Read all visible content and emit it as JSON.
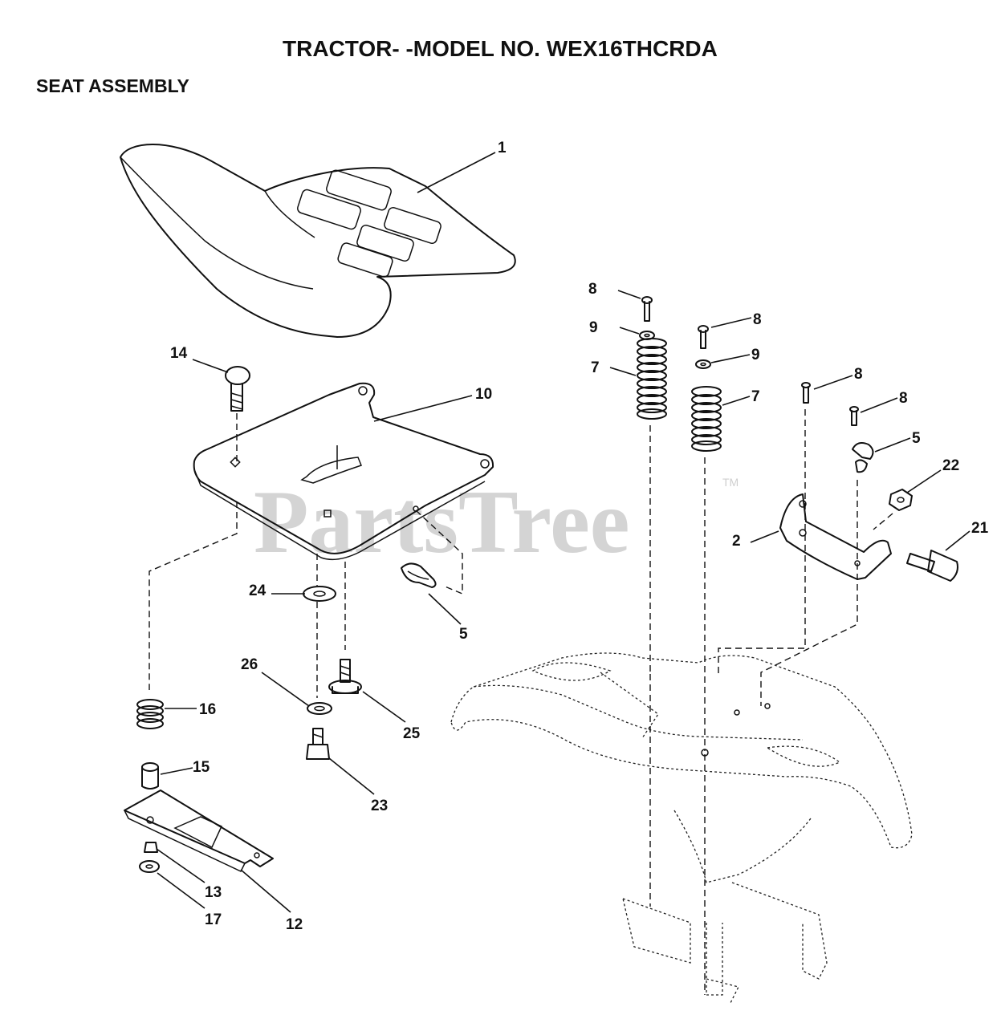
{
  "title": "TRACTOR- -MODEL NO. WEX16THCRDA",
  "subtitle": "SEAT ASSEMBLY",
  "watermark": {
    "text": "PartsTree",
    "trademark": "TM"
  },
  "callouts": {
    "c1": "1",
    "c2": "2",
    "c5a": "5",
    "c5b": "5",
    "c7a": "7",
    "c7b": "7",
    "c8a": "8",
    "c8b": "8",
    "c8c": "8",
    "c8d": "8",
    "c9a": "9",
    "c9b": "9",
    "c10": "10",
    "c12": "12",
    "c13": "13",
    "c14": "14",
    "c15": "15",
    "c16": "16",
    "c17": "17",
    "c21": "21",
    "c22": "22",
    "c23": "23",
    "c24": "24",
    "c25": "25",
    "c26": "26"
  },
  "colors": {
    "ink": "#111111",
    "watermark": "#d4d4d4",
    "background": "#ffffff"
  }
}
